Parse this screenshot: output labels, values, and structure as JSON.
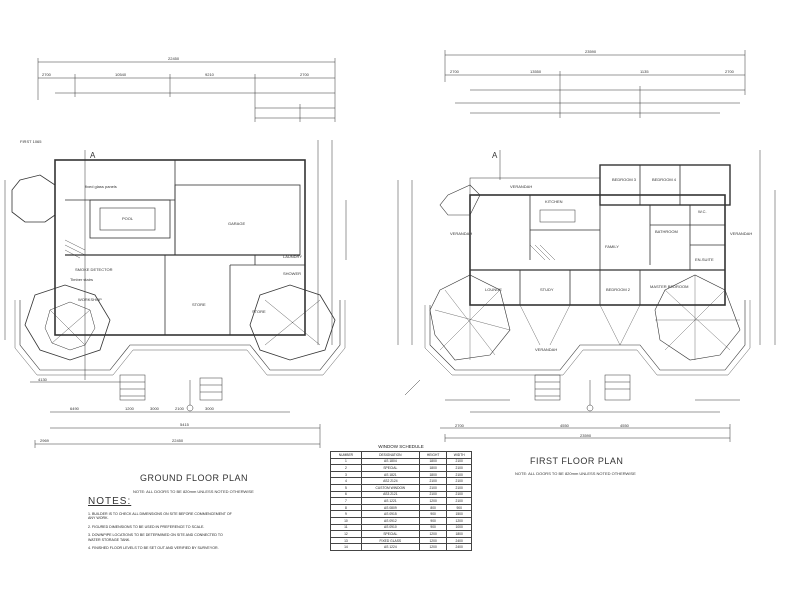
{
  "ground_floor": {
    "title": "GROUND FLOOR PLAN",
    "door_note": "NOTE: ALL DOORS TO BE 820mm UNLESS NOTED OTHERWISE",
    "rooms": {
      "pool": "POOL",
      "garage": "GARAGE",
      "workshop": "WORKSHOP",
      "store1": "STORE",
      "store2": "STORE",
      "laundry": "LAUNDRY",
      "shower": "SHOWER",
      "smoke": "SMOKE DETECTOR",
      "fixed_glass": "fixed glass panels",
      "timber_stairs": "Timber stairs"
    },
    "dims": {
      "overall": "22450",
      "d1": "2700",
      "d2": "10540",
      "d3": "9210",
      "d4": "2700",
      "d5": "5415",
      "d6": "1200",
      "d7": "3000",
      "d8": "2100",
      "d9": "3000",
      "d10": "6490",
      "d11": "4130",
      "d12": "2969"
    },
    "section_mark": "A"
  },
  "first_floor": {
    "title": "FIRST FLOOR PLAN",
    "door_note": "NOTE: ALL DOORS TO BE 820mm UNLESS NOTED OTHERWISE",
    "rooms": {
      "verandah_top": "VERANDAH",
      "verandah_left": "VERANDAH",
      "verandah_right": "VERANDAH",
      "verandah_bottom": "VERANDAH",
      "kitchen": "KITCHEN",
      "bedroom3": "BEDROOM 3",
      "bedroom4": "BEDROOM 4",
      "bedroom2": "BEDROOM 2",
      "master": "MASTER BEDROOM",
      "bathroom": "BATHROOM",
      "ensuite": "EN-SUITE",
      "study": "STUDY",
      "lounge": "LOUNGE",
      "family": "FAMILY",
      "wc": "W.C."
    },
    "dims": {
      "overall": "23590",
      "d1": "2700",
      "d2": "13550",
      "d3": "1135",
      "d4": "2700",
      "d5": "4550",
      "d6": "4550",
      "d7": "2700"
    },
    "section_mark": "A"
  },
  "notes": {
    "heading": "NOTES:",
    "items": [
      "1. BUILDER IS TO CHECK ALL DIMENSIONS ON SITE BEFORE COMMENCEMENT OF ANY WORK.",
      "2. FIGURED DIMENSIONS TO BE USED IN PREFERENCE TO SCALE.",
      "3. DOWNPIPE LOCATIONS TO BE DETERMINED ON SITE AND CONNECTED TO WATER STORAGE TANK.",
      "4. FINISHED FLOOR LEVELS TO BE SET OUT AND VERIFIED BY SURVEYOR."
    ]
  },
  "window_schedule": {
    "title": "WINDOW SCHEDULE",
    "headers": [
      "NUMBER",
      "DESIGNATION",
      "HEIGHT",
      "WIDTH"
    ],
    "rows": [
      [
        "1",
        "AS 1804",
        "1800",
        "2100"
      ],
      [
        "2",
        "SPECIAL",
        "1800",
        "2100"
      ],
      [
        "3",
        "AS 1821",
        "1800",
        "2100"
      ],
      [
        "4",
        "AS2 2124",
        "2100",
        "2100"
      ],
      [
        "5",
        "CUSTOM WINDOW",
        "2100",
        "2100"
      ],
      [
        "6",
        "AS3 2121",
        "2100",
        "2100"
      ],
      [
        "7",
        "AS 1221",
        "1200",
        "2100"
      ],
      [
        "8",
        "AS 0809",
        "800",
        "900"
      ],
      [
        "9",
        "AS 0915",
        "900",
        "1500"
      ],
      [
        "10",
        "AS 0912",
        "900",
        "1200"
      ],
      [
        "11",
        "AS 0910",
        "900",
        "1000"
      ],
      [
        "12",
        "SPECIAL",
        "1200",
        "1800"
      ],
      [
        "13",
        "FIXED GLASS",
        "1200",
        "2400"
      ],
      [
        "14",
        "AS 1224",
        "1200",
        "2400"
      ]
    ]
  }
}
